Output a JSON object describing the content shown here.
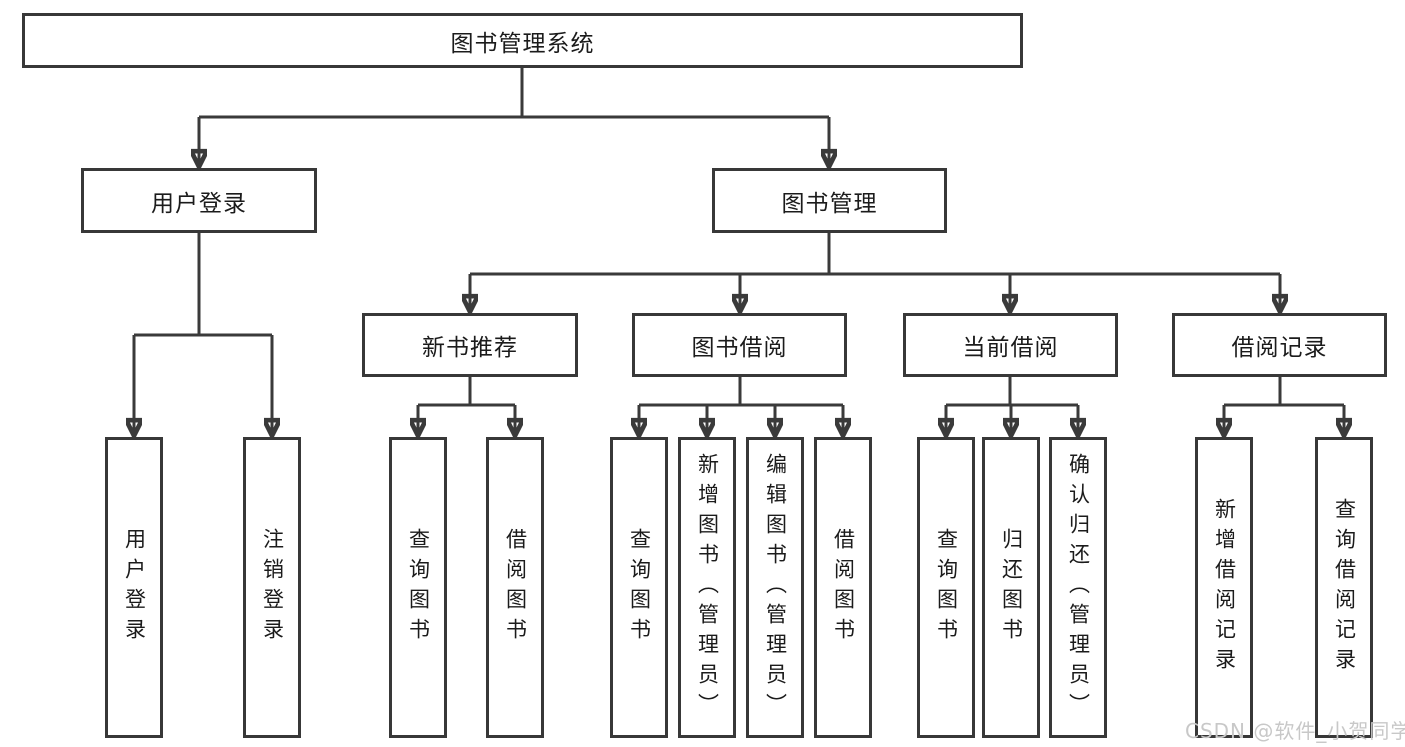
{
  "diagram": {
    "type": "hierarchy-tree",
    "orientation": "top-down"
  },
  "tree": {
    "label": "图书管理系统",
    "children": [
      {
        "label": "用户登录",
        "children": [
          {
            "label": "用户登录"
          },
          {
            "label": "注销登录"
          }
        ]
      },
      {
        "label": "图书管理",
        "children": [
          {
            "label": "新书推荐",
            "children": [
              {
                "label": "查询图书"
              },
              {
                "label": "借阅图书"
              }
            ]
          },
          {
            "label": "图书借阅",
            "children": [
              {
                "label": "查询图书"
              },
              {
                "label": "新增图书（管理员）"
              },
              {
                "label": "编辑图书（管理员）"
              },
              {
                "label": "借阅图书"
              }
            ]
          },
          {
            "label": "当前借阅",
            "children": [
              {
                "label": "查询图书"
              },
              {
                "label": "归还图书"
              },
              {
                "label": "确认归还（管理员）"
              }
            ]
          },
          {
            "label": "借阅记录",
            "children": [
              {
                "label": "新增借阅记录"
              },
              {
                "label": "查询借阅记录"
              }
            ]
          }
        ]
      }
    ]
  },
  "watermark": {
    "text": "CSDN @软件_小贺同学"
  },
  "colors": {
    "line": "#3a3a3a",
    "border": "#383838",
    "text": "#1b1b1b",
    "watermark": "#c8c8c8",
    "background": "#ffffff"
  }
}
